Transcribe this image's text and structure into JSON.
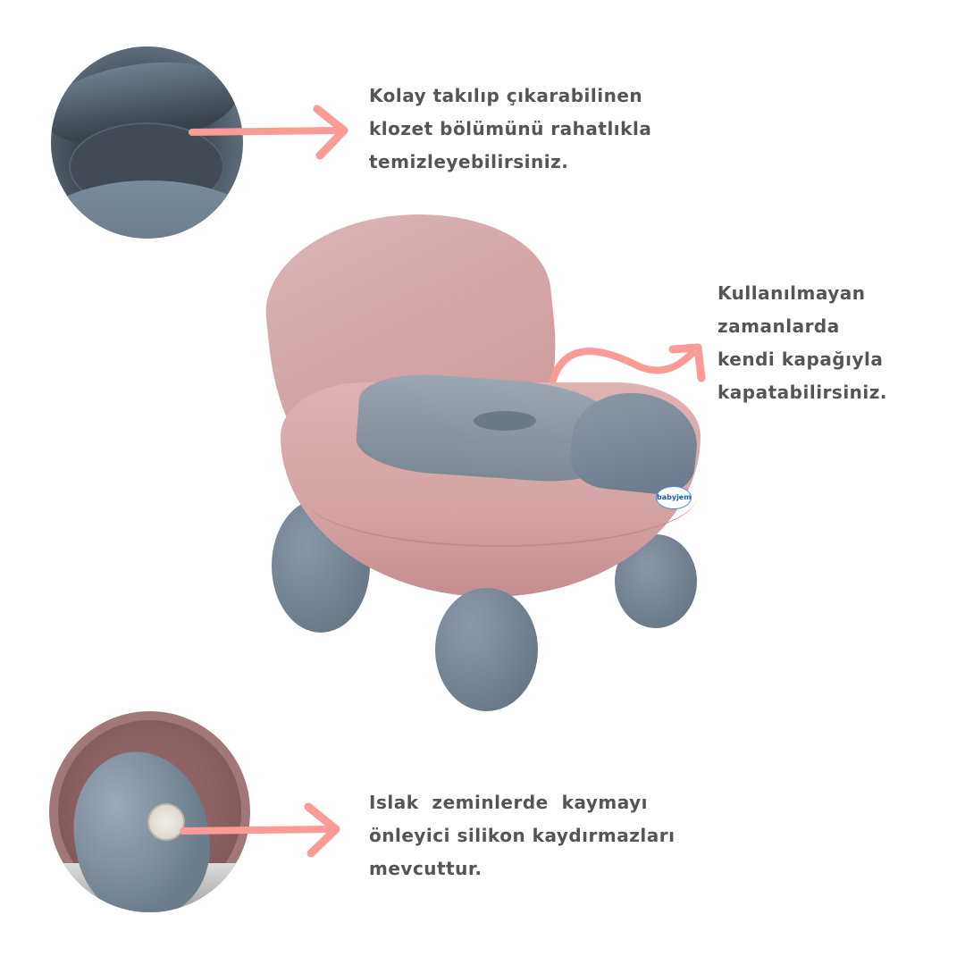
{
  "colors": {
    "arrow": "#fa9b96",
    "text": "#555555",
    "potty_pink": "#d9a9aa",
    "potty_grey": "#6e7e8c",
    "background": "#ffffff"
  },
  "callouts": [
    {
      "id": "removable-bowl",
      "lines": [
        "Kolay takılıp çıkarabilinen",
        "klozet bölümünü rahatlıkla",
        "temizleyebilirsiniz."
      ]
    },
    {
      "id": "lid",
      "lines": [
        "Kullanılmayan",
        "zamanlarda",
        "kendi kapağıyla",
        "kapatabilirsiniz."
      ]
    },
    {
      "id": "anti-slip",
      "lines": [
        "Islak  zeminlerde  kaymayı",
        "önleyici silikon kaydırmazları",
        "mevcuttur."
      ]
    }
  ],
  "product": {
    "brand_logo": "babyjem"
  }
}
